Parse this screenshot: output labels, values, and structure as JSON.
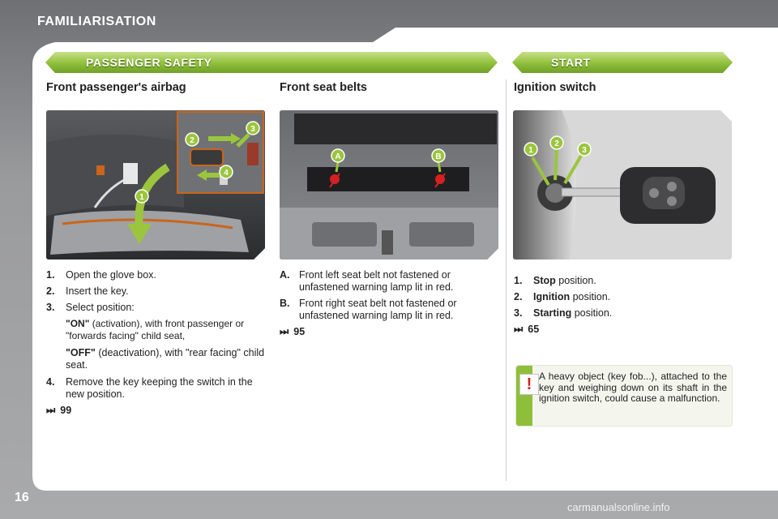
{
  "header": {
    "title": "FAMILIARISATION"
  },
  "footer": {
    "page_number": "16",
    "watermark": "carmanualsonline.info"
  },
  "banners": {
    "passenger_safety": "PASSENGER SAFETY",
    "start": "START"
  },
  "columns": {
    "airbag": {
      "title": "Front passenger's airbag",
      "steps": [
        {
          "label": "1.",
          "text": "Open the glove box."
        },
        {
          "label": "2.",
          "text": "Insert the key."
        },
        {
          "label": "3.",
          "text": "Select position:"
        }
      ],
      "options": [
        {
          "name": "\"ON\"",
          "text": " (activation), with front passenger or \"forwards facing\" child seat,"
        },
        {
          "name": "\"OFF\"",
          "text": " (deactivation), with \"rear facing\" child seat."
        }
      ],
      "step4": {
        "label": "4.",
        "text": "Remove the key keeping the switch in the new position."
      },
      "ref_arrow": "⏭",
      "ref": "99",
      "figure_callouts": [
        "1",
        "2",
        "3",
        "4"
      ]
    },
    "seatbelts": {
      "title": "Front seat belts",
      "items": [
        {
          "label": "A.",
          "text": "Front left seat belt not fastened or unfastened warning lamp lit in red."
        },
        {
          "label": "B.",
          "text": "Front right seat belt not fastened or unfastened warning lamp lit in red."
        }
      ],
      "ref_arrow": "⏭",
      "ref": "95",
      "figure_callouts": [
        "A",
        "B"
      ]
    },
    "ignition": {
      "title": "Ignition switch",
      "items": [
        {
          "label": "1.",
          "name": "Stop",
          "text": " position."
        },
        {
          "label": "2.",
          "name": "Ignition",
          "text": " position."
        },
        {
          "label": "3.",
          "name": "Starting",
          "text": " position."
        }
      ],
      "ref_arrow": "⏭",
      "ref": "65",
      "figure_callouts": [
        "1",
        "2",
        "3"
      ],
      "warning": {
        "icon": "!",
        "text": "A heavy object (key fob...), attached to the key and weighing down on its shaft in the ignition switch, could cause a malfunction."
      }
    }
  },
  "colors": {
    "accent_green": "#8fbf3a",
    "warning_red": "#d62020",
    "callout_green": "#9bc53d"
  }
}
